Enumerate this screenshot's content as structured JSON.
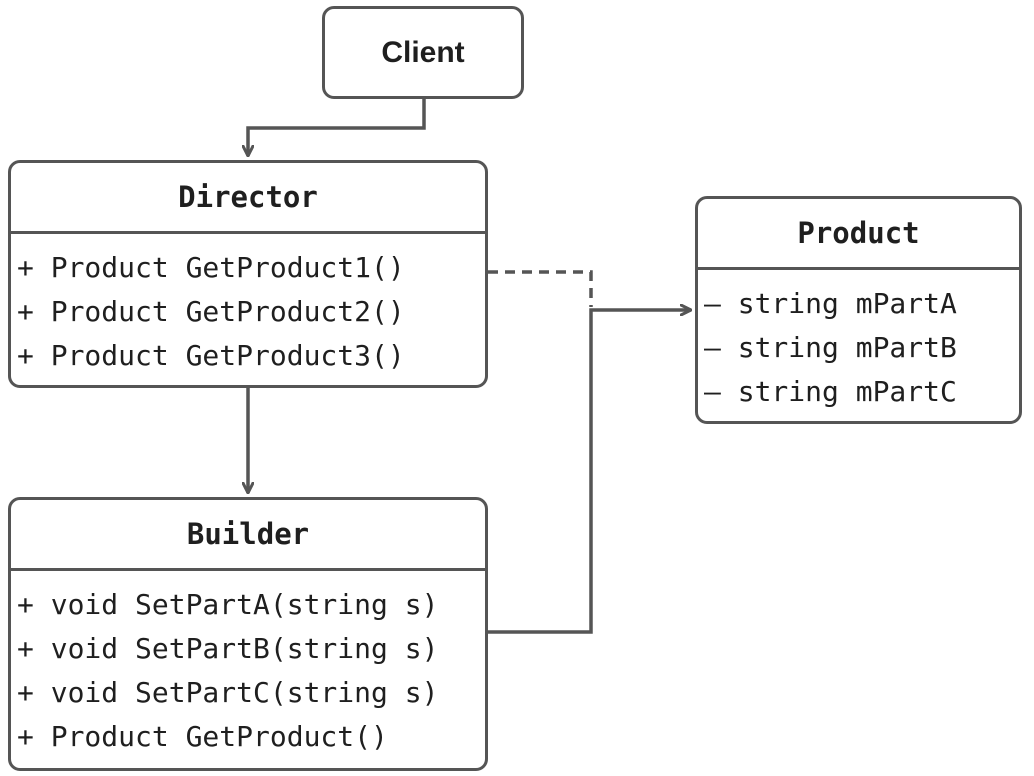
{
  "client": {
    "title": "Client"
  },
  "director": {
    "title": "Director",
    "members": [
      "+ Product GetProduct1()",
      "+ Product GetProduct2()",
      "+ Product GetProduct3()"
    ]
  },
  "builder": {
    "title": "Builder",
    "members": [
      "+ void SetPartA(string s)",
      "+ void SetPartB(string s)",
      "+ void SetPartC(string s)",
      "+ Product GetProduct()"
    ]
  },
  "product": {
    "title": "Product",
    "members": [
      "– string mPartA",
      "– string mPartB",
      "– string mPartC"
    ]
  },
  "colors": {
    "line": "#555555",
    "text": "#1f1f1f",
    "background": "#ffffff"
  }
}
